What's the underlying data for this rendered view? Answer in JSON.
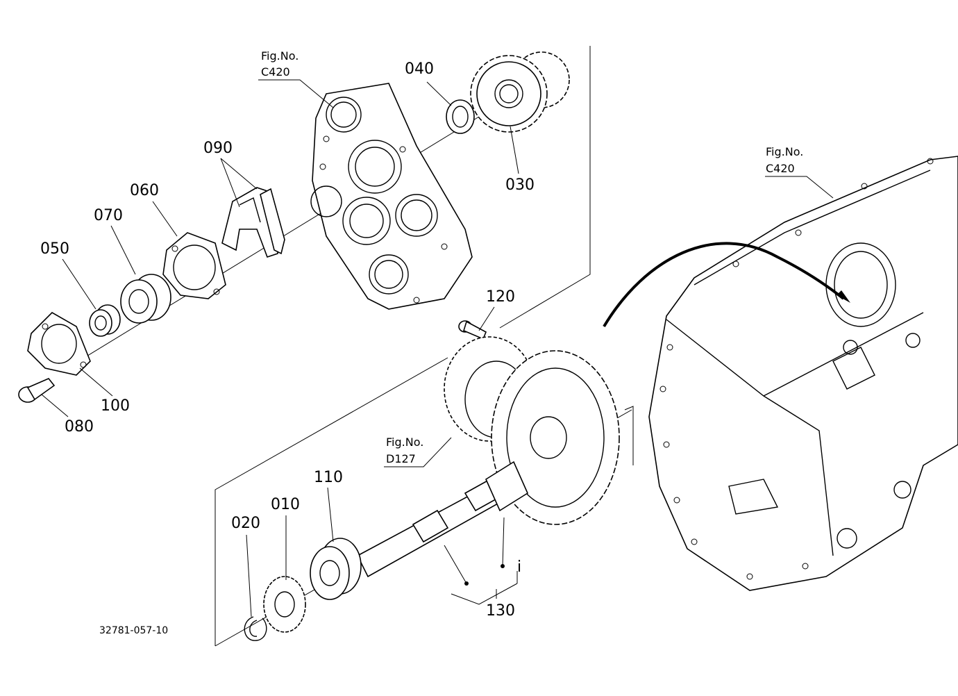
{
  "labels": {
    "p010": "010",
    "p020": "020",
    "p030": "030",
    "p040": "040",
    "p050": "050",
    "p060": "060",
    "p070": "070",
    "p080": "080",
    "p090": "090",
    "p100": "100",
    "p110": "110",
    "p120": "120",
    "p130": "130",
    "marker_i": "i"
  },
  "figure_refs": {
    "ref1": {
      "line1": "Fig.No.",
      "line2": "C420"
    },
    "ref2": {
      "line1": "Fig.No.",
      "line2": "C420"
    },
    "ref3": {
      "line1": "Fig.No.",
      "line2": "D127"
    }
  },
  "diagram_code": "32781-057-10"
}
